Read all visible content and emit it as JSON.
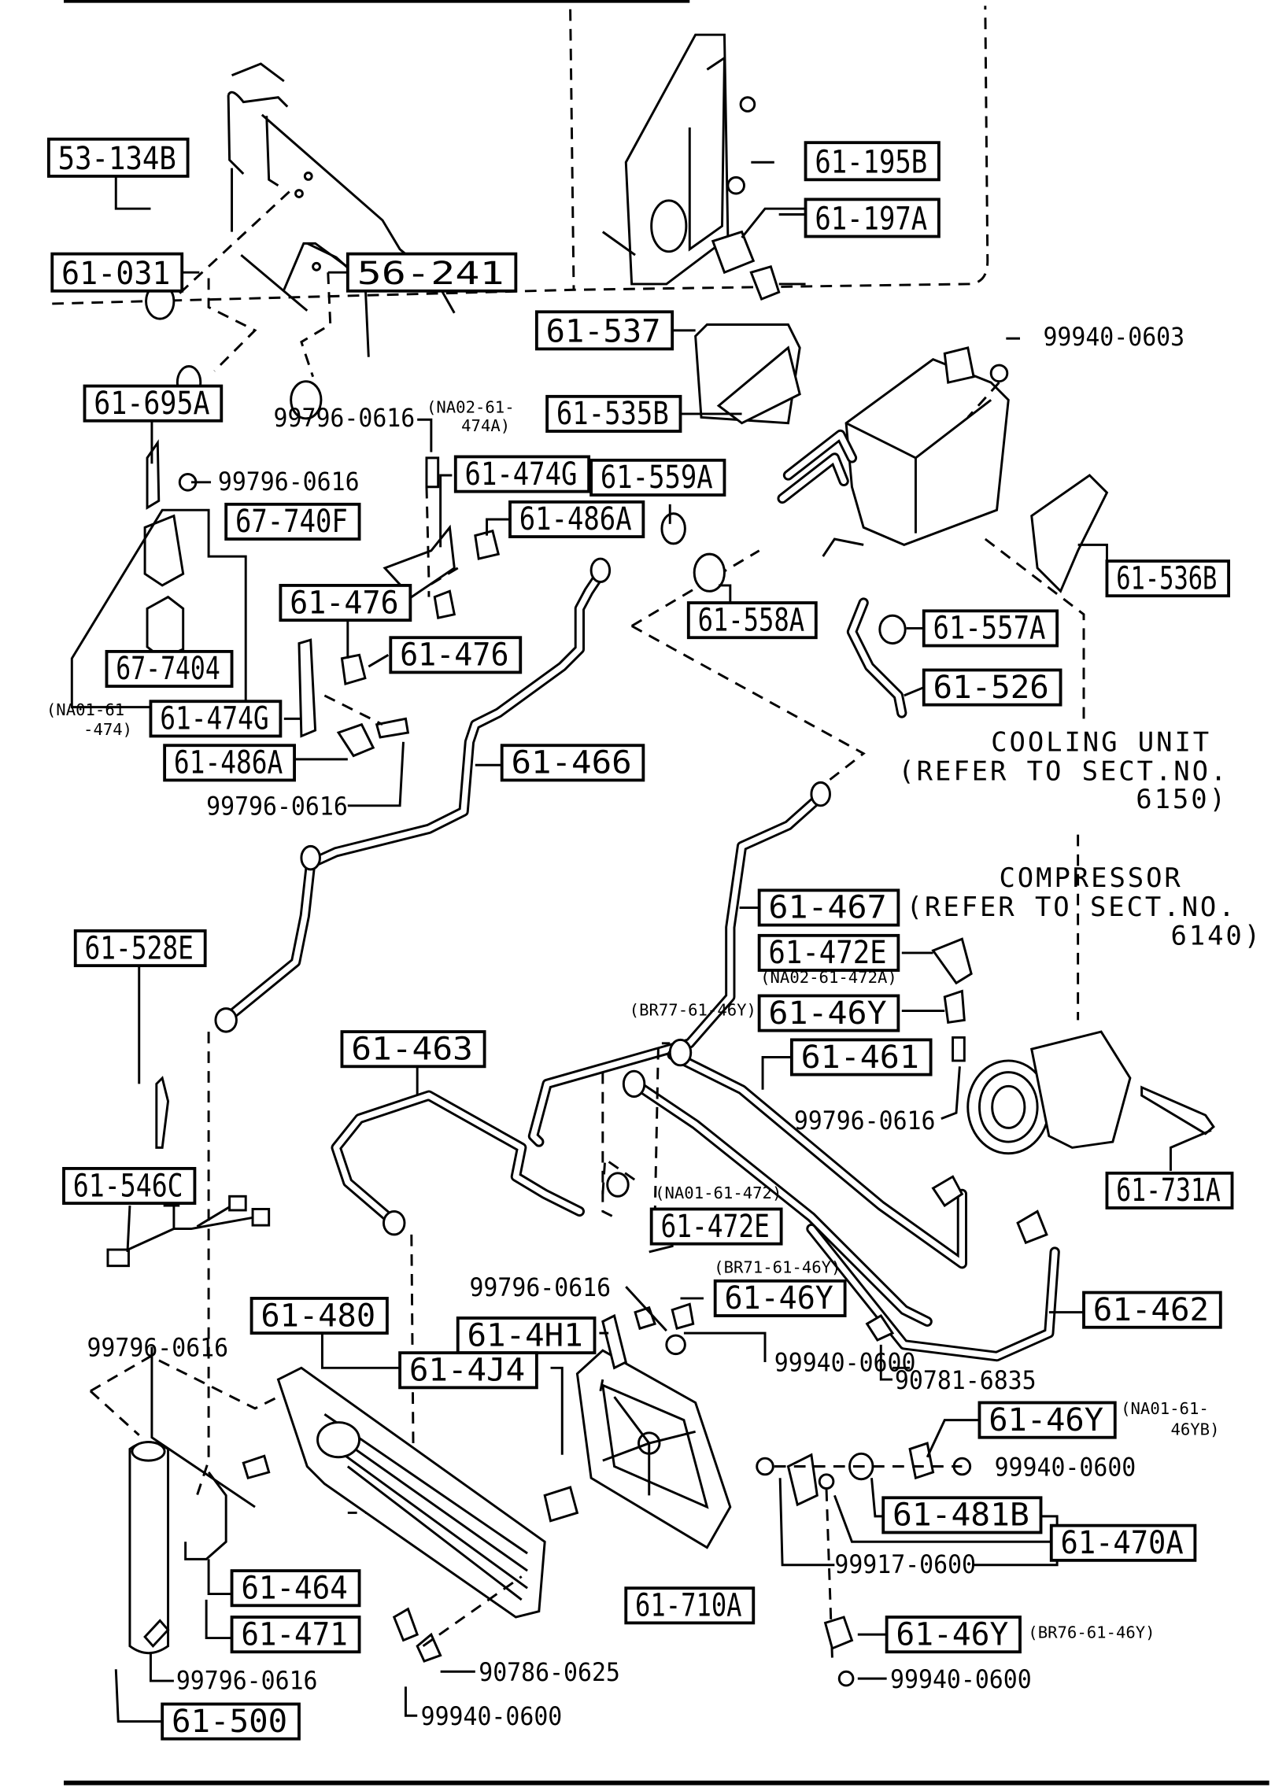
{
  "title": "A/C system parts diagram",
  "part_labels": [
    {
      "id": "p53-134B",
      "text": "53-134B"
    },
    {
      "id": "p61-031",
      "text": "61-031"
    },
    {
      "id": "p56-241",
      "text": "56-241"
    },
    {
      "id": "p61-195B",
      "text": "61-195B"
    },
    {
      "id": "p61-197A",
      "text": "61-197A"
    },
    {
      "id": "p61-537",
      "text": "61-537"
    },
    {
      "id": "p61-535B",
      "text": "61-535B"
    },
    {
      "id": "p61-695A",
      "text": "61-695A"
    },
    {
      "id": "p61-474G-a",
      "text": "61-474G"
    },
    {
      "id": "p61-559A",
      "text": "61-559A"
    },
    {
      "id": "p67-740F",
      "text": "67-740F"
    },
    {
      "id": "p61-486A-a",
      "text": "61-486A"
    },
    {
      "id": "p61-536B",
      "text": "61-536B"
    },
    {
      "id": "p61-476-a",
      "text": "61-476"
    },
    {
      "id": "p61-558A",
      "text": "61-558A"
    },
    {
      "id": "p61-557A",
      "text": "61-557A"
    },
    {
      "id": "p61-476-b",
      "text": "61-476"
    },
    {
      "id": "p67-7404",
      "text": "67-7404"
    },
    {
      "id": "p61-526",
      "text": "61-526"
    },
    {
      "id": "p61-474G-b",
      "text": "61-474G"
    },
    {
      "id": "p61-486A-b",
      "text": "61-486A"
    },
    {
      "id": "p61-466",
      "text": "61-466"
    },
    {
      "id": "p61-528E",
      "text": "61-528E"
    },
    {
      "id": "p61-467",
      "text": "61-467"
    },
    {
      "id": "p61-472E-a",
      "text": "61-472E"
    },
    {
      "id": "p61-46Y-a",
      "text": "61-46Y"
    },
    {
      "id": "p61-463",
      "text": "61-463"
    },
    {
      "id": "p61-461",
      "text": "61-461"
    },
    {
      "id": "p61-546C",
      "text": "61-546C"
    },
    {
      "id": "p61-731A",
      "text": "61-731A"
    },
    {
      "id": "p61-472E-b",
      "text": "61-472E"
    },
    {
      "id": "p61-46Y-b",
      "text": "61-46Y"
    },
    {
      "id": "p61-462",
      "text": "61-462"
    },
    {
      "id": "p61-480",
      "text": "61-480"
    },
    {
      "id": "p61-4H1",
      "text": "61-4H1"
    },
    {
      "id": "p61-4J4",
      "text": "61-4J4"
    },
    {
      "id": "p61-46Y-c",
      "text": "61-46Y"
    },
    {
      "id": "p61-481B",
      "text": "61-481B"
    },
    {
      "id": "p61-470A",
      "text": "61-470A"
    },
    {
      "id": "p61-464",
      "text": "61-464"
    },
    {
      "id": "p61-471",
      "text": "61-471"
    },
    {
      "id": "p61-710A",
      "text": "61-710A"
    },
    {
      "id": "p61-46Y-d",
      "text": "61-46Y"
    },
    {
      "id": "p61-500",
      "text": "61-500"
    }
  ],
  "hardware_labels": [
    {
      "id": "h99940-0603",
      "text": "99940-0603"
    },
    {
      "id": "h99796-0616-a",
      "text": "99796-0616"
    },
    {
      "id": "h99796-0616-b",
      "text": "99796-0616"
    },
    {
      "id": "h99796-0616-c",
      "text": "99796-0616"
    },
    {
      "id": "h99796-0616-d",
      "text": "99796-0616"
    },
    {
      "id": "h99796-0616-e",
      "text": "99796-0616"
    },
    {
      "id": "h99796-0616-f",
      "text": "99796-0616"
    },
    {
      "id": "h99940-0600-a",
      "text": "99940-0600"
    },
    {
      "id": "h90781-6835",
      "text": "90781-6835"
    },
    {
      "id": "h99940-0600-b",
      "text": "99940-0600"
    },
    {
      "id": "h99917-0600",
      "text": "99917-0600"
    },
    {
      "id": "h99940-0600-c",
      "text": "99940-0600"
    },
    {
      "id": "h99796-0616-g",
      "text": "99796-0616"
    },
    {
      "id": "h90786-0625",
      "text": "90786-0625"
    },
    {
      "id": "h99940-0600-d",
      "text": "99940-0600"
    }
  ],
  "notes": [
    {
      "id": "n1a",
      "text": "(NA02-61-"
    },
    {
      "id": "n1b",
      "text": "474A)"
    },
    {
      "id": "n2a",
      "text": "(NA01-61"
    },
    {
      "id": "n2b",
      "text": "-474)"
    },
    {
      "id": "n3",
      "text": "(NA02-61-472A)"
    },
    {
      "id": "n4",
      "text": "(BR77-61-46Y)"
    },
    {
      "id": "n5",
      "text": "(NA01-61-472)"
    },
    {
      "id": "n6",
      "text": "(BR71-61-46Y)"
    },
    {
      "id": "n7a",
      "text": "(NA01-61-"
    },
    {
      "id": "n7b",
      "text": "46YB)"
    },
    {
      "id": "n8",
      "text": "(BR76-61-46Y)"
    }
  ],
  "references": [
    {
      "id": "cooling1",
      "text": "COOLING UNIT"
    },
    {
      "id": "cooling2",
      "text": "(REFER TO SECT.NO."
    },
    {
      "id": "cooling3",
      "text": "6150)"
    },
    {
      "id": "comp1",
      "text": "COMPRESSOR"
    },
    {
      "id": "comp2",
      "text": "(REFER TO SECT.NO."
    },
    {
      "id": "comp3",
      "text": "6140)"
    }
  ]
}
